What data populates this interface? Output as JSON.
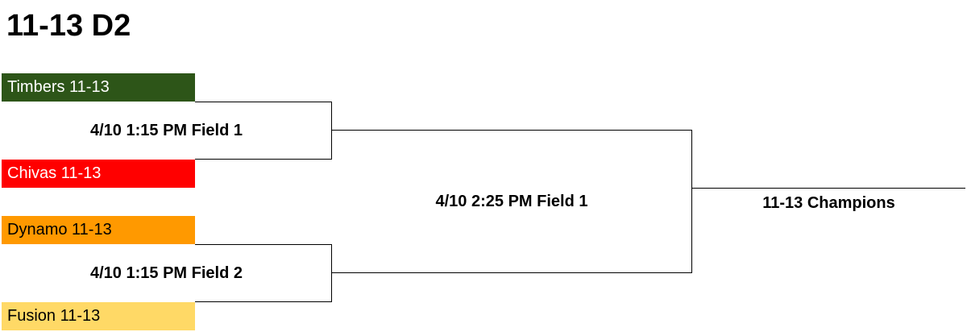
{
  "title": "11-13 D2",
  "teams": [
    {
      "name": "Timbers 11-13",
      "bg": "#2d5518",
      "fg": "#ffffff"
    },
    {
      "name": "Chivas 11-13",
      "bg": "#ff0000",
      "fg": "#ffffff"
    },
    {
      "name": "Dynamo 11-13",
      "bg": "#ff9900",
      "fg": "#000000"
    },
    {
      "name": "Fusion 11-13",
      "bg": "#ffd966",
      "fg": "#000000"
    }
  ],
  "matches": {
    "semi1": "4/10 1:15 PM Field 1",
    "semi2": "4/10 1:15 PM Field 2",
    "final": "4/10 2:25 PM Field 1"
  },
  "champion_label": "11-13 Champions"
}
